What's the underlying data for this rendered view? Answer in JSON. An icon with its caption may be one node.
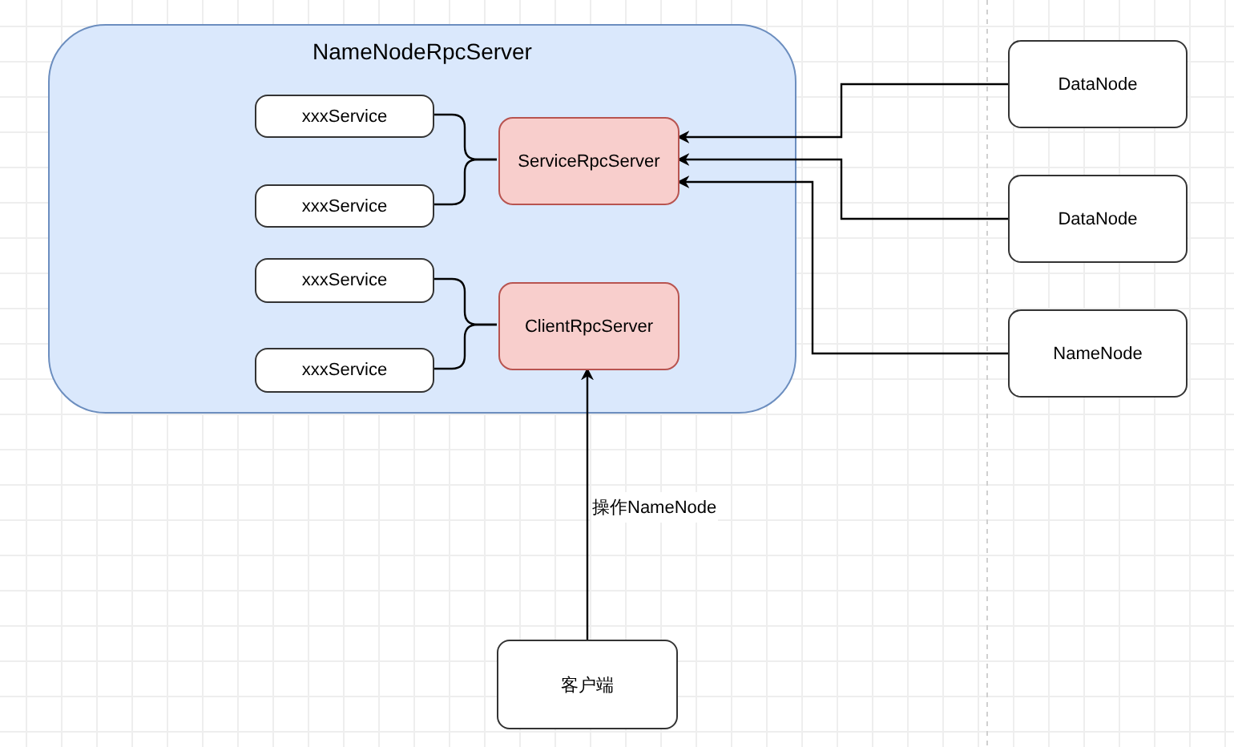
{
  "diagram": {
    "nodes": [
      {
        "text": [
          "NameNodeRpcServer"
        ]
      },
      {
        "text": [
          "xxxService"
        ],
        "in": 0
      },
      {
        "text": [
          "xxxService"
        ],
        "in": 0
      },
      {
        "text": [
          "ServiceRpcServer"
        ],
        "in": 0
      },
      {
        "text": [
          "xxxService"
        ],
        "in": 0
      },
      {
        "text": [
          "xxxService"
        ],
        "in": 0
      },
      {
        "text": [
          "ClientRpcServer"
        ],
        "in": 0
      },
      {
        "text": [
          "DataNode"
        ]
      },
      {
        "text": [
          "DataNode"
        ]
      },
      {
        "text": [
          "NameNode"
        ]
      },
      {
        "text": [
          "客户端"
        ]
      }
    ],
    "edges": [
      {
        "from": 1,
        "to": 3,
        "arrow": "none"
      },
      {
        "from": 2,
        "to": 3,
        "arrow": "none"
      },
      {
        "from": 4,
        "to": 6,
        "arrow": "none"
      },
      {
        "from": 5,
        "to": 6,
        "arrow": "none"
      },
      {
        "from": 7,
        "to": 3,
        "arrow": "to"
      },
      {
        "from": 8,
        "to": 3,
        "arrow": "to"
      },
      {
        "from": 9,
        "to": 3,
        "arrow": "to"
      },
      {
        "from": 10,
        "to": 6,
        "arrow": "to",
        "label": "操作NameNode"
      }
    ]
  }
}
